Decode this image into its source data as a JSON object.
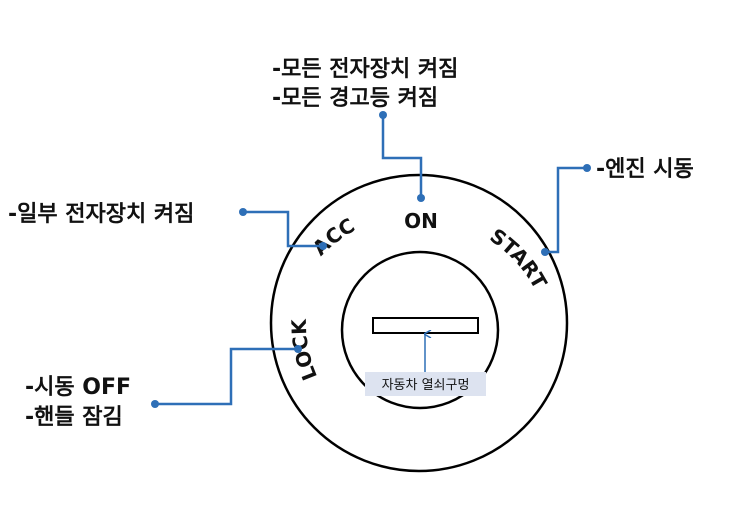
{
  "colors": {
    "leader": "#2e6fb7",
    "ring": "#000000",
    "slot_label_bg": "#dde3f0",
    "arrow": "#2e6fb7",
    "text": "#111111"
  },
  "positions": {
    "on": "ON",
    "acc": "ACC",
    "start": "START",
    "lock": "LOCK"
  },
  "callouts": {
    "on_line1": "-모든 전자장치 켜짐",
    "on_line2": "-모든 경고등 켜짐",
    "acc": "-일부 전자장치 켜짐",
    "start": "-엔진 시동",
    "lock_line1": "-시동 OFF",
    "lock_line2": "-핸들 잠김"
  },
  "keyhole": {
    "label": "자동차 열쇠구멍"
  }
}
